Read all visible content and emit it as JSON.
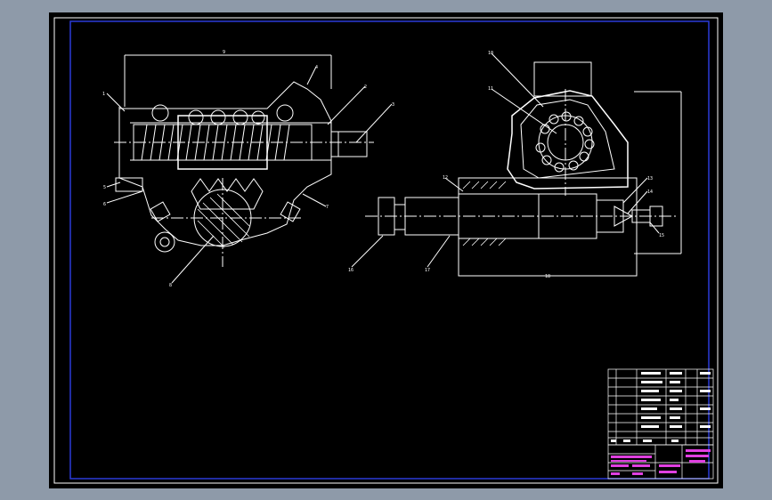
{
  "drawing": {
    "background_color": "#000000",
    "viewport_color": "#8e9aa9",
    "line_color": "#ffffff",
    "frame_color": "#2a3bd8",
    "title_block_text_color": "#e040e0"
  },
  "left_view": {
    "callouts": [
      "1",
      "2",
      "3",
      "4",
      "5",
      "6",
      "7",
      "8",
      "9"
    ]
  },
  "right_view": {
    "callouts": [
      "10",
      "11",
      "12",
      "13",
      "14",
      "15",
      "16",
      "17",
      "18"
    ]
  }
}
